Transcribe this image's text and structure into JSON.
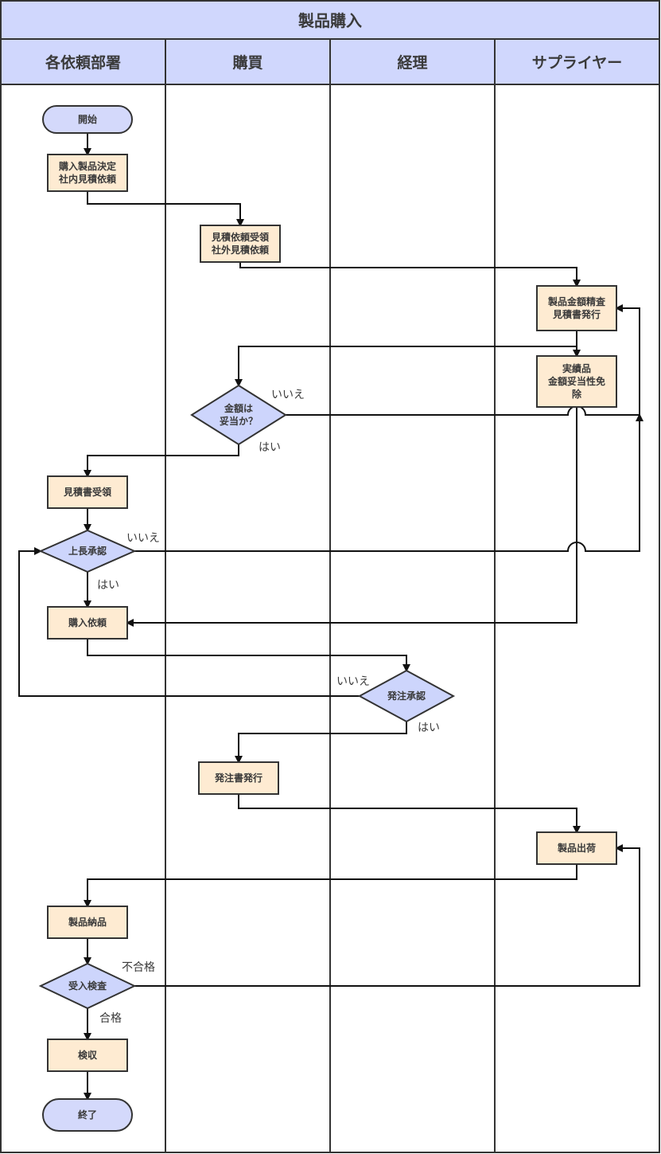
{
  "title": "製品購入",
  "lanes": [
    {
      "id": "dept",
      "label": "各依頼部署"
    },
    {
      "id": "purchase",
      "label": "購買"
    },
    {
      "id": "accounting",
      "label": "経理"
    },
    {
      "id": "supplier",
      "label": "サプライヤー"
    }
  ],
  "colors": {
    "header_fill": "#d0d7fd",
    "process_fill": "#feebd2",
    "decision_fill": "#cdd5fc",
    "terminal_fill": "#d4d9fb",
    "border": "#333333",
    "text": "#3a3a3a"
  },
  "nodes": [
    {
      "id": "start",
      "type": "terminal",
      "lane": "dept",
      "lines": [
        "開始"
      ]
    },
    {
      "id": "decide",
      "type": "process",
      "lane": "dept",
      "lines": [
        "購入製品決定",
        "社内見積依頼"
      ]
    },
    {
      "id": "receive_req",
      "type": "process",
      "lane": "purchase",
      "lines": [
        "見積依頼受領",
        "社外見積依頼"
      ]
    },
    {
      "id": "quote",
      "type": "process",
      "lane": "supplier",
      "lines": [
        "製品金額精査",
        "見積書発行"
      ]
    },
    {
      "id": "exempt",
      "type": "process",
      "lane": "supplier",
      "lines": [
        "実績品",
        "金額妥当性免",
        "除"
      ]
    },
    {
      "id": "price_ok",
      "type": "decision",
      "lane": "purchase",
      "lines": [
        "金額は",
        "妥当か？"
      ]
    },
    {
      "id": "receive_quote",
      "type": "process",
      "lane": "dept",
      "lines": [
        "見積書受領"
      ]
    },
    {
      "id": "boss",
      "type": "decision",
      "lane": "dept",
      "lines": [
        "上長承認"
      ]
    },
    {
      "id": "purchase_req",
      "type": "process",
      "lane": "dept",
      "lines": [
        "購入依頼"
      ]
    },
    {
      "id": "order_ok",
      "type": "decision",
      "lane": "accounting",
      "lines": [
        "発注承認"
      ]
    },
    {
      "id": "po",
      "type": "process",
      "lane": "purchase",
      "lines": [
        "発注書発行"
      ]
    },
    {
      "id": "ship",
      "type": "process",
      "lane": "supplier",
      "lines": [
        "製品出荷"
      ]
    },
    {
      "id": "deliver",
      "type": "process",
      "lane": "dept",
      "lines": [
        "製品納品"
      ]
    },
    {
      "id": "inspect",
      "type": "decision",
      "lane": "dept",
      "lines": [
        "受入検査"
      ]
    },
    {
      "id": "accept",
      "type": "process",
      "lane": "dept",
      "lines": [
        "検収"
      ]
    },
    {
      "id": "end",
      "type": "terminal",
      "lane": "dept",
      "lines": [
        "終了"
      ]
    }
  ],
  "edges": [
    {
      "from": "start",
      "to": "decide",
      "label": ""
    },
    {
      "from": "decide",
      "to": "receive_req",
      "label": ""
    },
    {
      "from": "receive_req",
      "to": "quote",
      "label": ""
    },
    {
      "from": "quote",
      "to": "exempt",
      "label": ""
    },
    {
      "from": "quote",
      "to": "price_ok",
      "label": ""
    },
    {
      "from": "price_ok",
      "to": "quote",
      "label": "いいえ"
    },
    {
      "from": "price_ok",
      "to": "receive_quote",
      "label": "はい"
    },
    {
      "from": "receive_quote",
      "to": "boss",
      "label": ""
    },
    {
      "from": "boss",
      "to": "quote",
      "label": "いいえ"
    },
    {
      "from": "boss",
      "to": "purchase_req",
      "label": "はい"
    },
    {
      "from": "exempt",
      "to": "purchase_req",
      "label": ""
    },
    {
      "from": "purchase_req",
      "to": "order_ok",
      "label": ""
    },
    {
      "from": "order_ok",
      "to": "boss",
      "label": "いいえ"
    },
    {
      "from": "order_ok",
      "to": "po",
      "label": "はい"
    },
    {
      "from": "po",
      "to": "ship",
      "label": ""
    },
    {
      "from": "ship",
      "to": "deliver",
      "label": ""
    },
    {
      "from": "deliver",
      "to": "inspect",
      "label": ""
    },
    {
      "from": "inspect",
      "to": "ship",
      "label": "不合格"
    },
    {
      "from": "inspect",
      "to": "accept",
      "label": "合格"
    },
    {
      "from": "accept",
      "to": "end",
      "label": ""
    }
  ]
}
